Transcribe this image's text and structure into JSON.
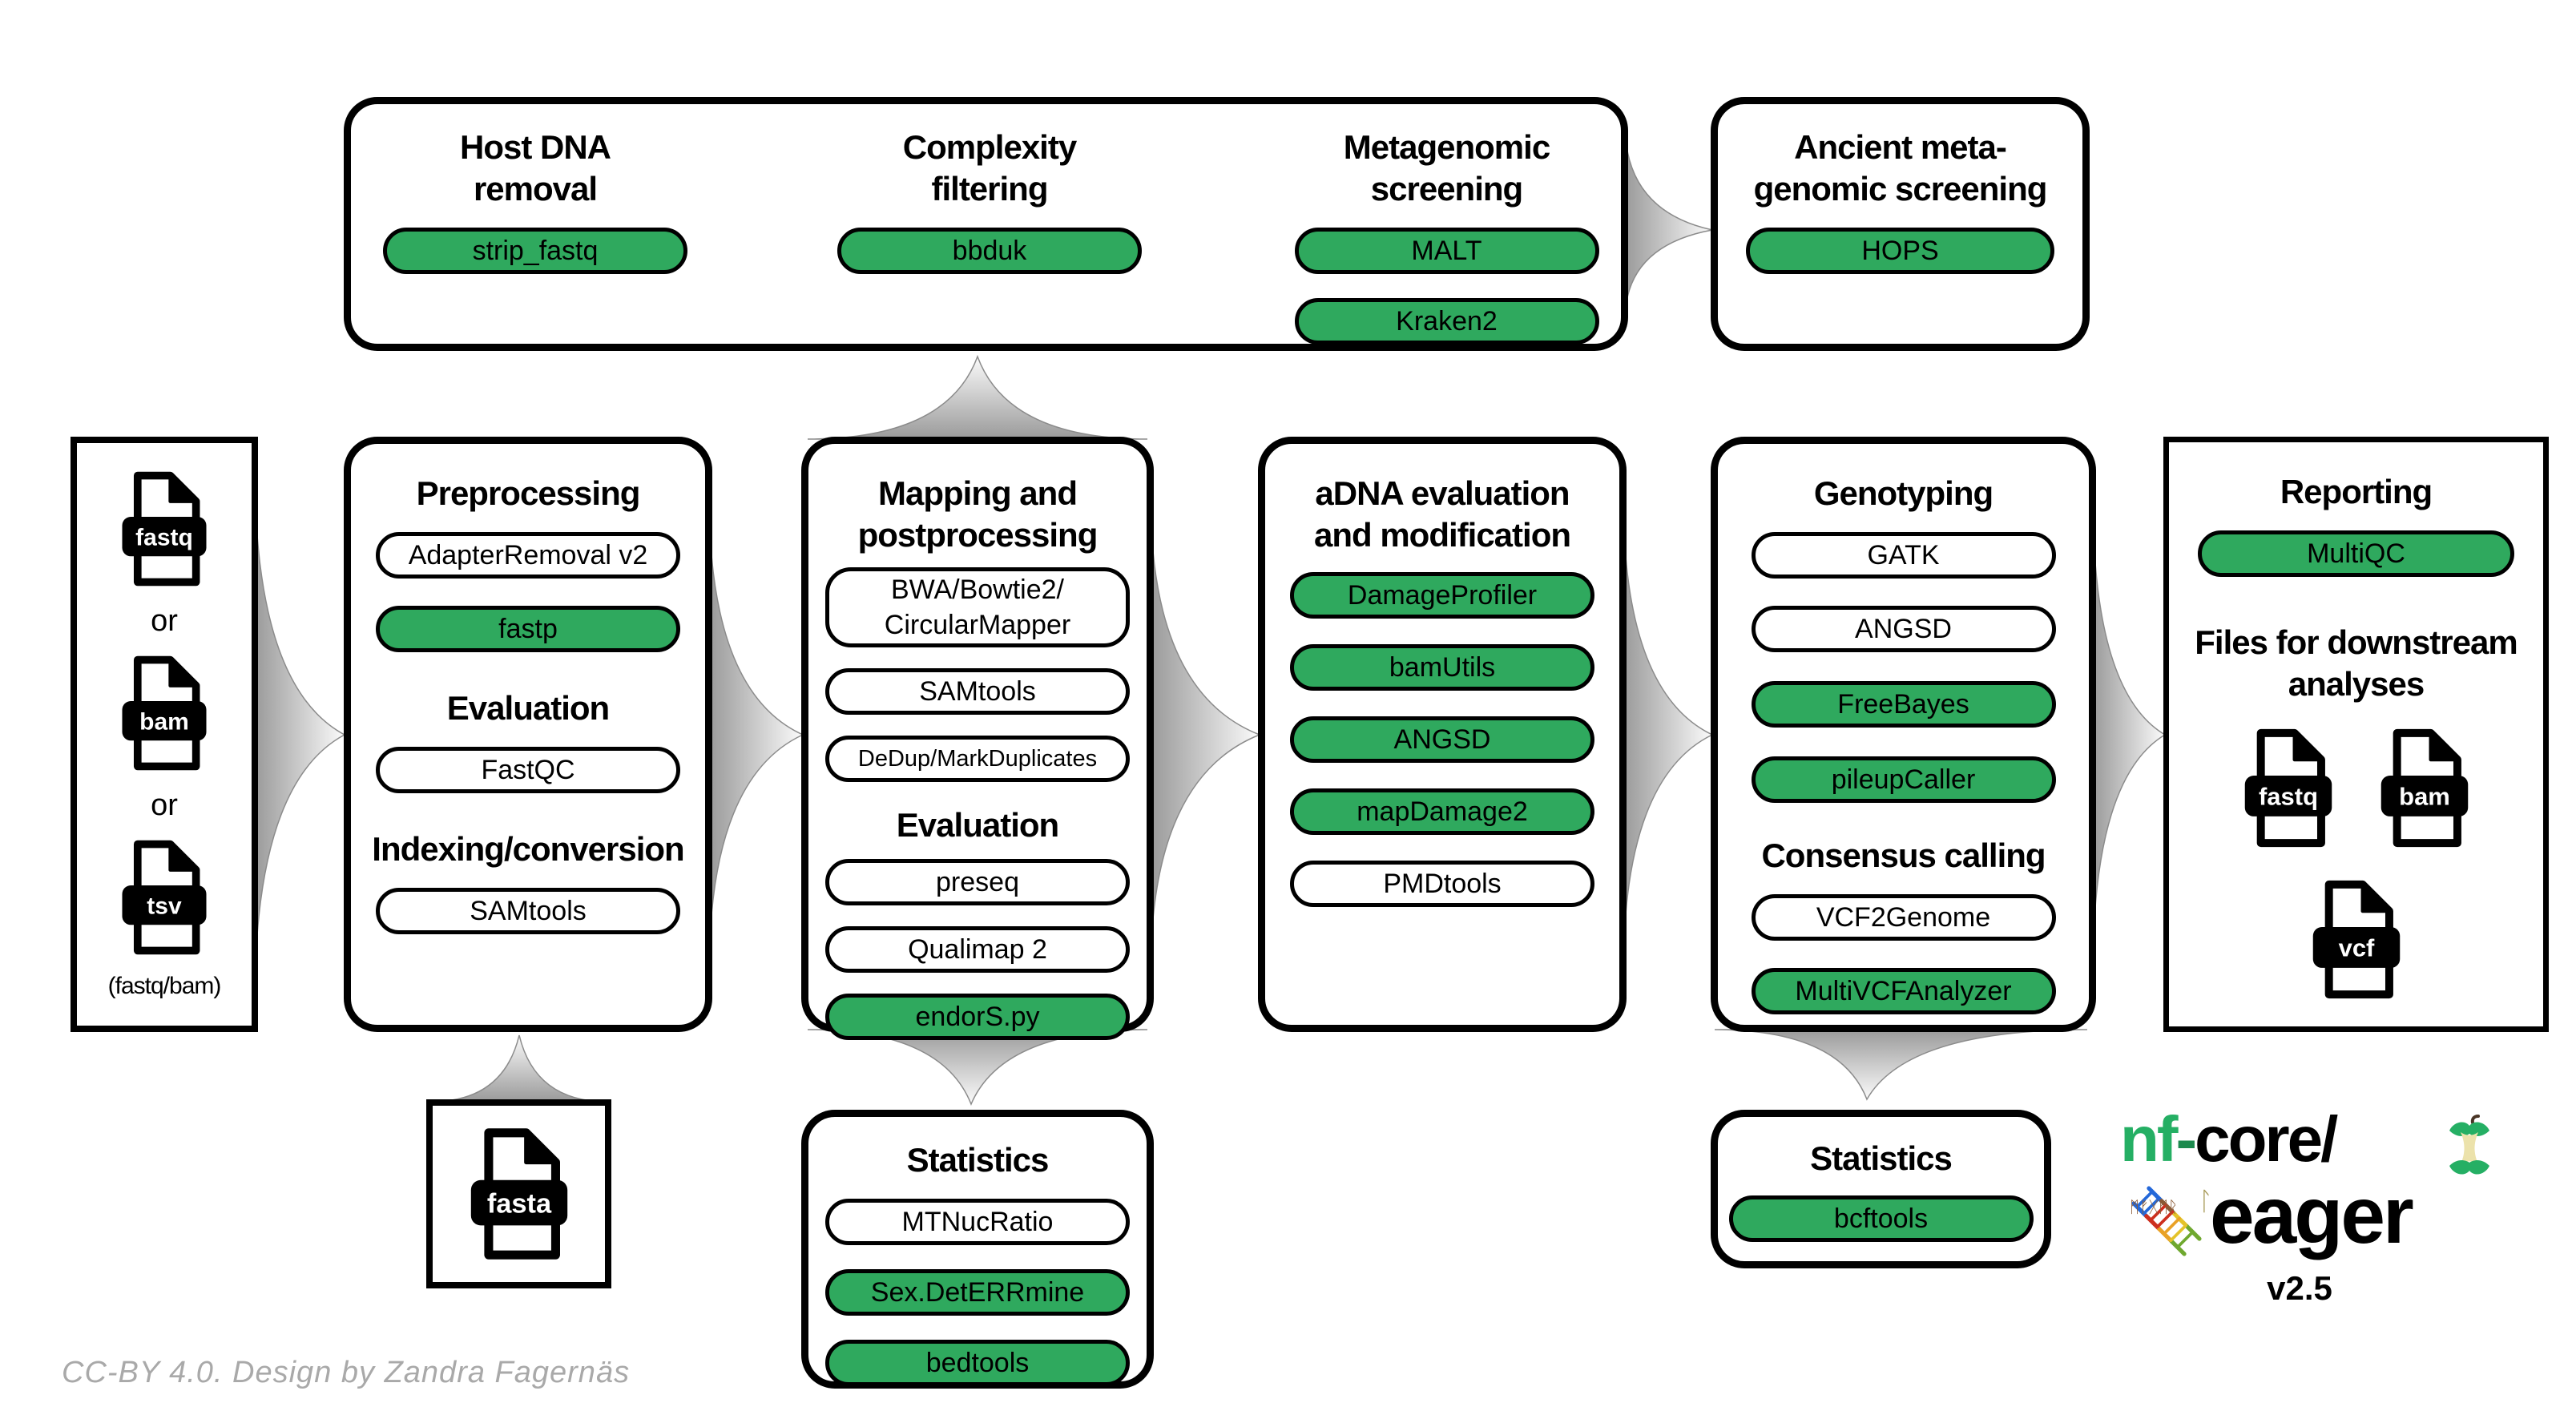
{
  "colors": {
    "green": "#2fa95e",
    "logo_green": "#25af64",
    "apple_core": "#ece2ab",
    "connector_dark": "#9a9a9a",
    "connector_light": "#fbfbfb",
    "credit_gray": "#a9a9a9"
  },
  "screening": {
    "host": {
      "title1": "Host DNA",
      "title2": "removal",
      "tool": "strip_fastq"
    },
    "complexity": {
      "title1": "Complexity",
      "title2": "filtering",
      "tool": "bbduk"
    },
    "metagenomic": {
      "title1": "Metagenomic",
      "title2": "screening",
      "tool1": "MALT",
      "tool2": "Kraken2"
    }
  },
  "ancient": {
    "title1": "Ancient meta-",
    "title2": "genomic screening",
    "tool": "HOPS"
  },
  "input": {
    "file1": "fastq",
    "or1": "or",
    "file2": "bam",
    "or2": "or",
    "file3": "tsv",
    "caption": "(fastq/bam)"
  },
  "preprocessing": {
    "title": "Preprocessing",
    "tool1": "AdapterRemoval v2",
    "tool2": "fastp",
    "subtitle1": "Evaluation",
    "tool3": "FastQC",
    "subtitle2": "Indexing/conversion",
    "tool4": "SAMtools"
  },
  "mapping": {
    "title1": "Mapping and",
    "title2": "postprocessing",
    "tool1line1": "BWA/Bowtie2/",
    "tool1line2": "CircularMapper",
    "tool2": "SAMtools",
    "tool3": "DeDup/MarkDuplicates",
    "subtitle": "Evaluation",
    "tool4": "preseq",
    "tool5": "Qualimap 2",
    "tool6": "endorS.py"
  },
  "adna": {
    "title1": "aDNA evaluation",
    "title2": "and modification",
    "tool1": "DamageProfiler",
    "tool2": "bamUtils",
    "tool3": "ANGSD",
    "tool4": "mapDamage2",
    "tool5": "PMDtools"
  },
  "genotyping": {
    "title": "Genotyping",
    "tool1": "GATK",
    "tool2": "ANGSD",
    "tool3": "FreeBayes",
    "tool4": "pileupCaller",
    "subtitle": "Consensus calling",
    "tool5": "VCF2Genome",
    "tool6": "MultiVCFAnalyzer"
  },
  "reporting": {
    "title": "Reporting",
    "tool1": "MultiQC",
    "subtitle1": "Files for downstream",
    "subtitle2": "analyses",
    "file1": "fastq",
    "file2": "bam",
    "file3": "vcf"
  },
  "fasta_box": {
    "file": "fasta"
  },
  "statistics_mapping": {
    "title": "Statistics",
    "tool1": "MTNucRatio",
    "tool2": "Sex.DetERRmine",
    "tool3": "bedtools"
  },
  "statistics_genotyping": {
    "title": "Statistics",
    "tool1": "bcftools"
  },
  "logo": {
    "prefix_nf": "nf",
    "prefix_dash": "-",
    "prefix_core": "core/",
    "name": "eager",
    "version": "v2.5",
    "runes_left": "ᛗᚠᚷᛗᚱ",
    "rune_right": "ᛚ"
  },
  "credit": "CC-BY 4.0. Design by Zandra Fagernäs"
}
